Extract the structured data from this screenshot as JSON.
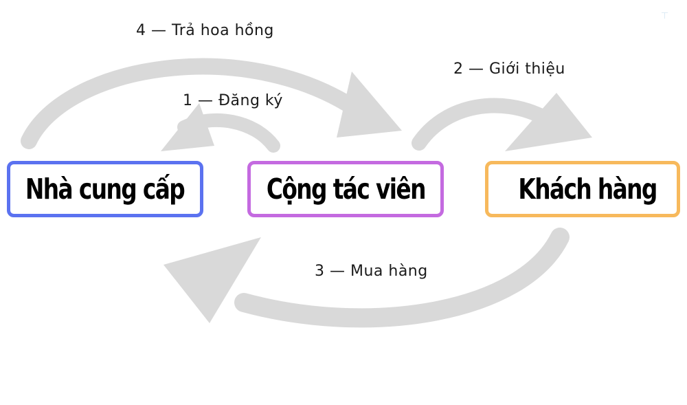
{
  "diagram": {
    "nodes": {
      "supplier": {
        "label": "Nhà cung cấp",
        "border_color": "#5b72f0"
      },
      "collaborator": {
        "label": "Cộng tác viên",
        "border_color": "#c46ae0"
      },
      "customer": {
        "label": "Khách hàng",
        "border_color": "#f7b95c"
      }
    },
    "steps": {
      "step1": "1 — Đăng ký",
      "step2": "2 — Giới thiệu",
      "step3": "3 — Mua hàng",
      "step4": "4 — Trả hoa hồng"
    },
    "arrow_color": "#d9d9d9"
  }
}
